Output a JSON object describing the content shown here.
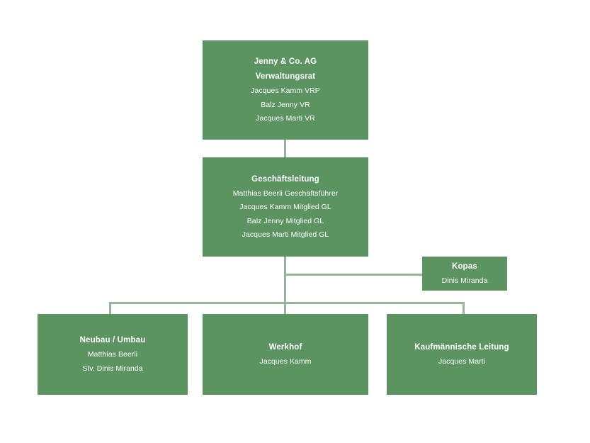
{
  "chart_data": {
    "type": "diagram",
    "subtype": "org-chart",
    "title": "Jenny & Co. AG Organigramm",
    "orientation": "top-down",
    "colors": {
      "node_fill": "#5b9361",
      "node_text": "#ffffff",
      "connector": "#97b59a",
      "background": "#ffffff"
    },
    "nodes": [
      {
        "id": "verwaltungsrat",
        "title_lines": [
          "Jenny & Co. AG",
          "Verwaltungsrat"
        ],
        "members": [
          "Jacques Kamm VRP",
          "Balz Jenny VR",
          "Jacques Marti VR"
        ],
        "level": 0
      },
      {
        "id": "geschaeftsleitung",
        "title_lines": [
          "Geschäftsleitung"
        ],
        "members": [
          "Matthias Beerli Geschäftsführer",
          "Jacques Kamm Mitglied GL",
          "Balz Jenny Mitglied GL",
          "Jacques Marti Mitglied GL"
        ],
        "level": 1
      },
      {
        "id": "kopas",
        "title_lines": [
          "Kopas"
        ],
        "members": [
          "Dinis Miranda"
        ],
        "level": 2,
        "staff": true
      },
      {
        "id": "neubau-umbau",
        "title_lines": [
          "Neubau / Umbau"
        ],
        "members": [
          "Matthias Beerli",
          "Stv. Dinis Miranda"
        ],
        "level": 3
      },
      {
        "id": "werkhof",
        "title_lines": [
          "Werkhof"
        ],
        "members": [
          "Jacques Kamm"
        ],
        "level": 3
      },
      {
        "id": "kaufmaennische-leitung",
        "title_lines": [
          "Kaufmännische Leitung"
        ],
        "members": [
          "Jacques Marti"
        ],
        "level": 3
      }
    ],
    "edges": [
      {
        "from": "verwaltungsrat",
        "to": "geschaeftsleitung"
      },
      {
        "from": "geschaeftsleitung",
        "to": "kopas"
      },
      {
        "from": "geschaeftsleitung",
        "to": "neubau-umbau"
      },
      {
        "from": "geschaeftsleitung",
        "to": "werkhof"
      },
      {
        "from": "geschaeftsleitung",
        "to": "kaufmaennische-leitung"
      }
    ]
  },
  "boxes": {
    "verwaltungsrat": {
      "title_1": "Jenny & Co. AG",
      "title_2": "Verwaltungsrat",
      "member_1": "Jacques Kamm VRP",
      "member_2": "Balz Jenny VR",
      "member_3": "Jacques Marti VR"
    },
    "geschaeftsleitung": {
      "title_1": "Geschäftsleitung",
      "member_1": "Matthias Beerli Geschäftsführer",
      "member_2": "Jacques Kamm Mitglied GL",
      "member_3": "Balz Jenny Mitglied GL",
      "member_4": "Jacques Marti Mitglied GL"
    },
    "kopas": {
      "title_1": "Kopas",
      "member_1": "Dinis Miranda"
    },
    "neubau_umbau": {
      "title_1": "Neubau / Umbau",
      "member_1": "Matthias Beerli",
      "member_2": "Stv. Dinis Miranda"
    },
    "werkhof": {
      "title_1": "Werkhof",
      "member_1": "Jacques Kamm"
    },
    "kaufmaennische_leitung": {
      "title_1": "Kaufmännische Leitung",
      "member_1": "Jacques Marti"
    }
  }
}
